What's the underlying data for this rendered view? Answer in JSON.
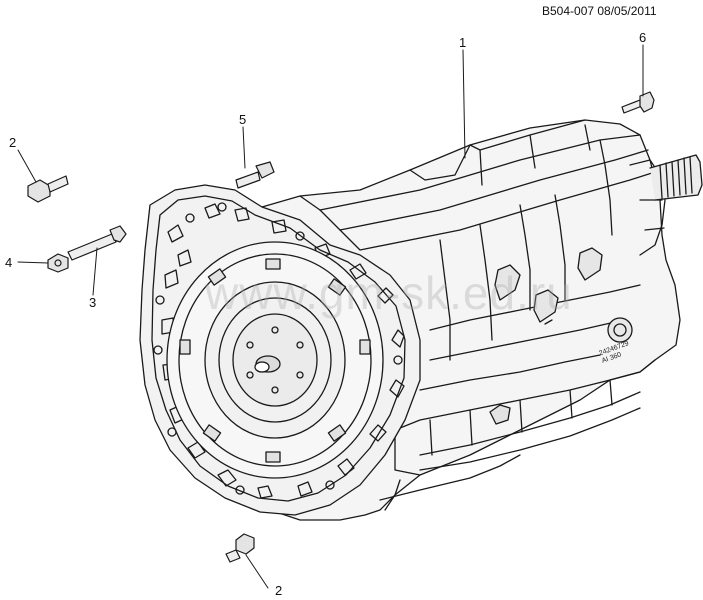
{
  "diagram": {
    "reference": "B504-007 08/05/2011",
    "watermark": "www.gm-sk.ed.ru",
    "callouts": [
      {
        "id": "1",
        "label": "1"
      },
      {
        "id": "2a",
        "label": "2"
      },
      {
        "id": "2b",
        "label": "2"
      },
      {
        "id": "3",
        "label": "3"
      },
      {
        "id": "4",
        "label": "4"
      },
      {
        "id": "5",
        "label": "5"
      },
      {
        "id": "6",
        "label": "6"
      }
    ],
    "case_marking": {
      "line1": "24246729",
      "line2": "AI  360"
    },
    "colors": {
      "line": "#1a1a1a",
      "fill": "#f4f4f4",
      "shade": "#dcdcdc"
    }
  }
}
